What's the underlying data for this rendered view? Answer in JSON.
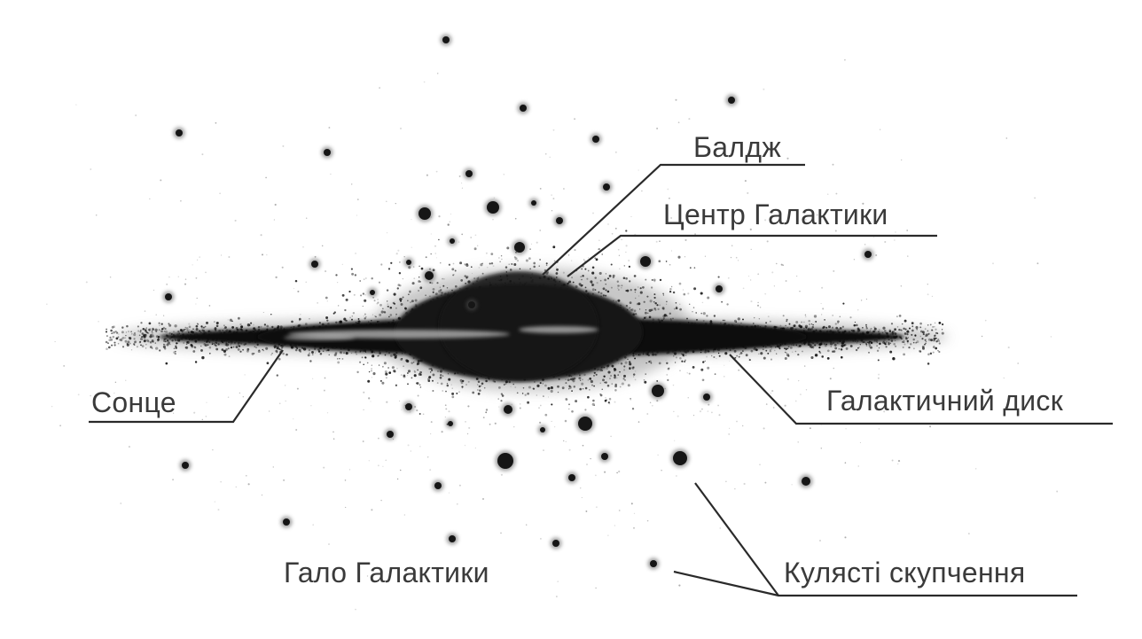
{
  "labels": {
    "bulge": "Балдж",
    "center": "Центр Галактики",
    "sun": "Сонце",
    "disk": "Галактичний диск",
    "halo": "Гало Галактики",
    "clusters": "Кулясті скупчення"
  },
  "colors": {
    "ink": "#111111",
    "text": "#3a3a3a",
    "core_highlight": "#bdbdbd"
  }
}
